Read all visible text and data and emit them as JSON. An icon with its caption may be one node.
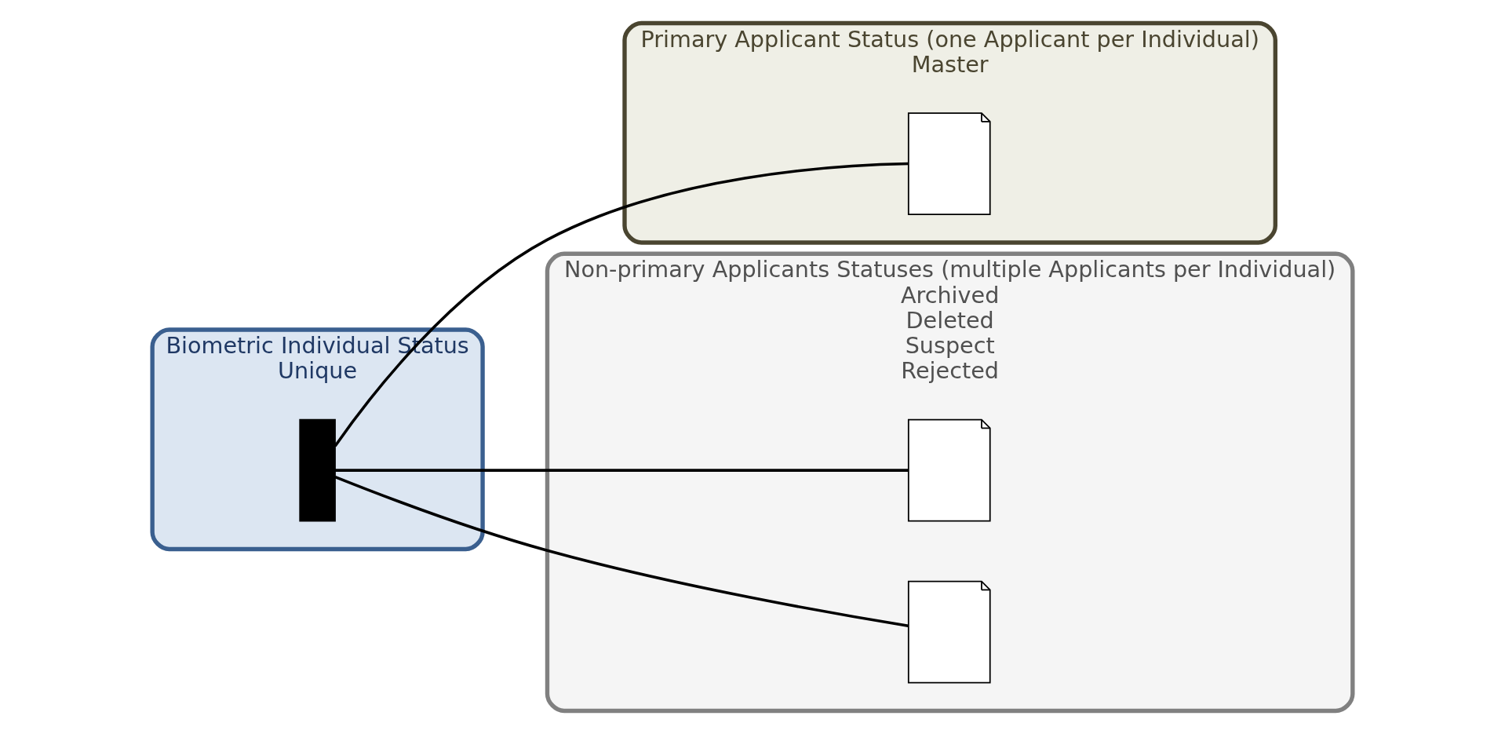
{
  "diagram": {
    "nodes": [
      {
        "text": [
          "Biometric Individual Status",
          "Unique"
        ]
      },
      {
        "text": [],
        "shape": "person",
        "in": 0
      },
      {
        "text": [
          "Primary Applicant Status (one Applicant per Individual)",
          "Master"
        ]
      },
      {
        "text": [],
        "shape": "picture",
        "in": 2
      },
      {
        "text": [
          "Non-primary Applicants Statuses (multiple Applicants per Individual)",
          "Archived",
          "Deleted",
          "Suspect",
          "Rejected"
        ]
      },
      {
        "text": [],
        "shape": "picture",
        "in": 4
      },
      {
        "text": [],
        "shape": "picture",
        "in": 4
      }
    ],
    "edges": [
      {
        "from": 1,
        "to": 3,
        "arrow": "none"
      },
      {
        "from": 1,
        "to": 5,
        "arrow": "none"
      },
      {
        "from": 1,
        "to": 6,
        "arrow": "none"
      }
    ]
  }
}
